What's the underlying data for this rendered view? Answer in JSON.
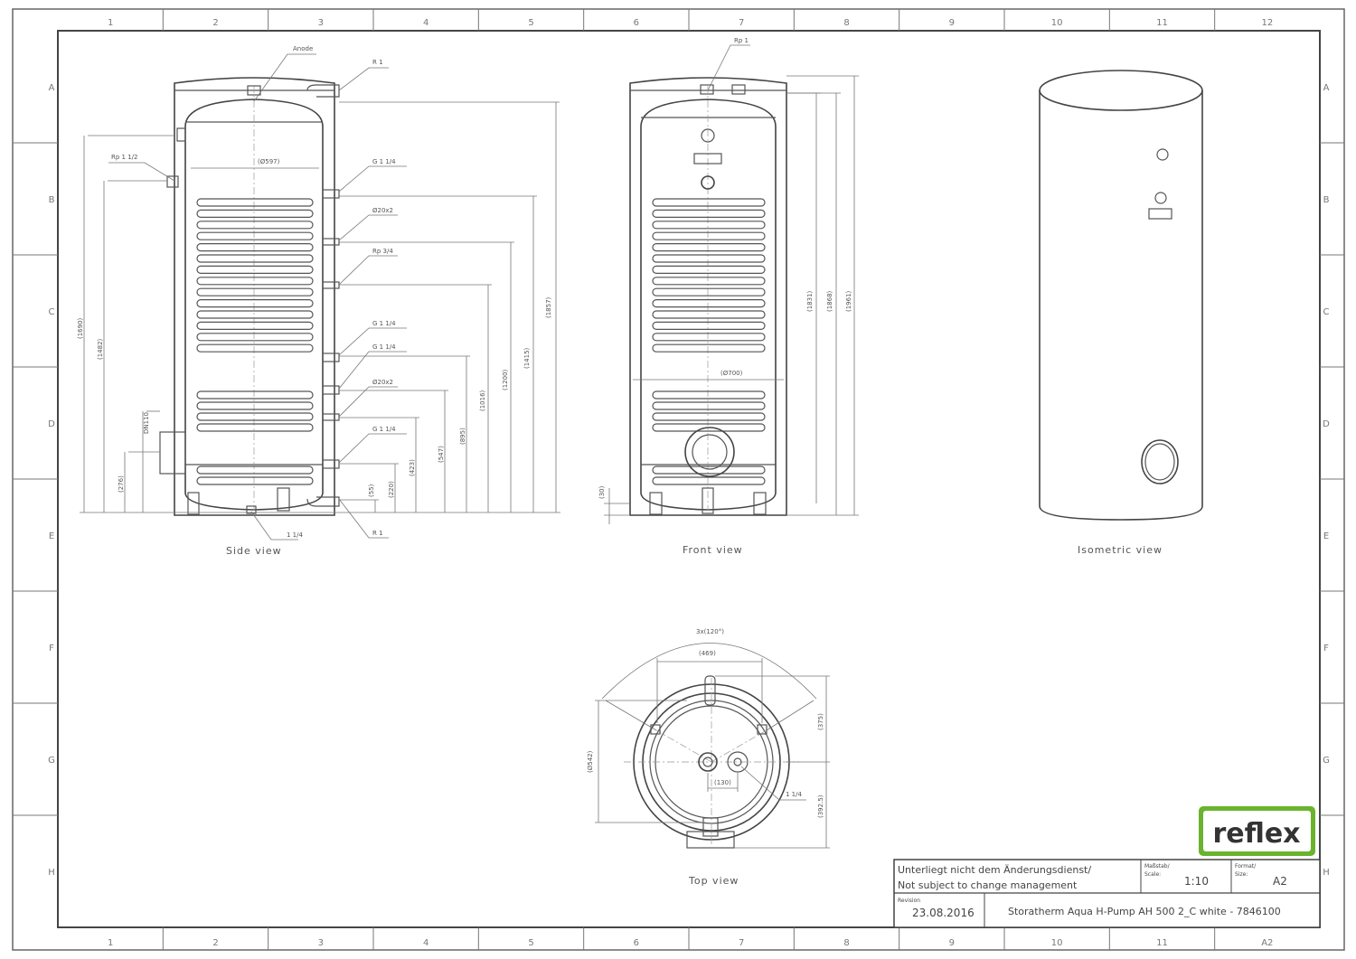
{
  "grid": {
    "columns": [
      "1",
      "2",
      "3",
      "4",
      "5",
      "6",
      "7",
      "8",
      "9",
      "10",
      "11",
      "12"
    ],
    "rows": [
      "A",
      "B",
      "C",
      "D",
      "E",
      "F",
      "G",
      "H"
    ],
    "corner_size": "A2"
  },
  "side_view": {
    "title": "Side view",
    "anode": "Anode",
    "r1_top": "R 1",
    "rp_1_1_2": "Rp 1 1/2",
    "diameter": "(Ø597)",
    "g114_1": "G 1 1/4",
    "tube_1": "Ø20x2",
    "rp_3_4": "Rp 3/4",
    "g114_2": "G 1 1/4",
    "g114_3": "G 1 1/4",
    "tube_2": "Ø20x2",
    "g114_4": "G 1 1/4",
    "drain": "1 1/4",
    "r1_bottom": "R 1",
    "dn110": "DN110",
    "dims": {
      "h1690": "(1690)",
      "h1482": "(1482)",
      "h276": "(276)",
      "h1857": "(1857)",
      "h1415": "(1415)",
      "h1200": "(1200)",
      "h1016": "(1016)",
      "h895": "(895)",
      "h547": "(547)",
      "h423": "(423)",
      "h220": "(220)",
      "h55": "(55)"
    }
  },
  "front_view": {
    "title": "Front view",
    "rp1": "Rp 1",
    "diameter": "(Ø700)",
    "h1831": "(1831)",
    "h1868": "(1868)",
    "h1961": "(1961)",
    "h30": "(30)"
  },
  "isometric_view": {
    "title": "Isometric view"
  },
  "top_view": {
    "title": "Top view",
    "angle": "3x(120°)",
    "w469": "(469)",
    "h375": "(375)",
    "d542": "(Ø542)",
    "w130": "(130)",
    "conn": "1 1/4",
    "h392": "(392.5)"
  },
  "logo": {
    "text": "reflex",
    "color": "#6ab42d"
  },
  "title_block": {
    "notice_de": "Unterliegt nicht dem Änderungsdienst/",
    "notice_en": "Not subject to change management",
    "scale_label_de": "Maßstab/",
    "scale_label_en": "Scale:",
    "scale": "1:10",
    "format_label_de": "Format/",
    "format_label_en": "Size:",
    "format": "A2",
    "revision_label": "Revision",
    "revision": "23.08.2016",
    "product": "Storatherm Aqua H-Pump AH 500 2_C white - 7846100"
  }
}
